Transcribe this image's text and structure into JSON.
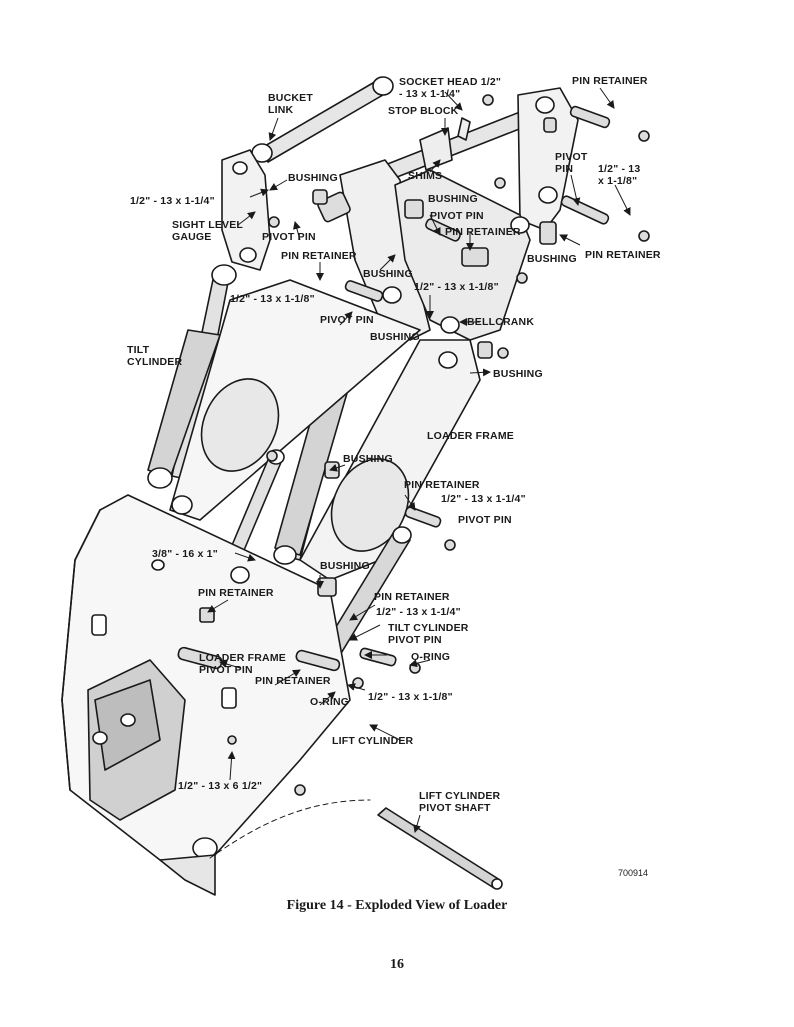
{
  "labels": {
    "bucket_link": [
      "BUCKET",
      "LINK"
    ],
    "socket_head": [
      "SOCKET HEAD 1/2\"",
      "- 13 x 1-1/4\""
    ],
    "stop_block": "STOP BLOCK",
    "pin_retainer_top": "PIN RETAINER",
    "bushing_left": "BUSHING",
    "bolt_left": "1/2\" - 13 x 1-1/4\"",
    "shims": "SHIMS",
    "pivot_pin_right": [
      "PIVOT",
      "PIN"
    ],
    "bolt_right": [
      "1/2\" - 13",
      "x 1-1/8\""
    ],
    "sight_level": [
      "SIGHT LEVEL",
      "GAUGE"
    ],
    "pivot_pin_left": "PIVOT PIN",
    "bushing_mid": "BUSHING",
    "pivot_pin_mid": "PIVOT PIN",
    "pin_retainer_mid": "PIN RETAINER",
    "pin_retainer_right": "PIN RETAINER",
    "bushing_right": "BUSHING",
    "pin_retainer_left": "PIN RETAINER",
    "bushing_c": "BUSHING",
    "bolt_118_left": "1/2\" - 13 x 1-1/8\"",
    "bolt_118_mid": "1/2\" - 13 x 1-1/8\"",
    "pivot_pin_c": "PIVOT PIN",
    "bellcrank": "BELLCRANK",
    "bushing_d": "BUSHING",
    "tilt_cylinder": [
      "TILT",
      "CYLINDER"
    ],
    "bushing_e": "BUSHING",
    "loader_frame": "LOADER FRAME",
    "bushing_f": "BUSHING",
    "pin_retainer_f": "PIN RETAINER",
    "bolt_114_f": "1/2\" - 13 x 1-1/4\"",
    "pivot_pin_f": "PIVOT PIN",
    "bolt_38": "3/8\" - 16 x 1\"",
    "bushing_g": "BUSHING",
    "pin_retainer_g": "PIN RETAINER",
    "pin_retainer_h": "PIN RETAINER",
    "bolt_114_h": "1/2\" - 13 x 1-1/4\"",
    "tilt_cyl_pivot": [
      "TILT CYLINDER",
      "PIVOT PIN"
    ],
    "oring_1": "O-RING",
    "loader_frame_pivot": [
      "LOADER FRAME",
      "PIVOT PIN"
    ],
    "pin_retainer_i": "PIN RETAINER",
    "bolt_118_i": "1/2\" - 13 x 1-1/8\"",
    "oring_2": "O-RING",
    "lift_cylinder": "LIFT CYLINDER",
    "bolt_612": "1/2\" - 13 x 6 1/2\"",
    "lift_cyl_shaft": [
      "LIFT CYLINDER",
      "PIVOT SHAFT"
    ]
  },
  "figure_id": "700914",
  "caption": "Figure 14 - Exploded View of Loader",
  "page_number": "16",
  "colors": {
    "ink": "#1a1a1a",
    "paper": "#ffffff",
    "shade": "#9a9a9a"
  }
}
